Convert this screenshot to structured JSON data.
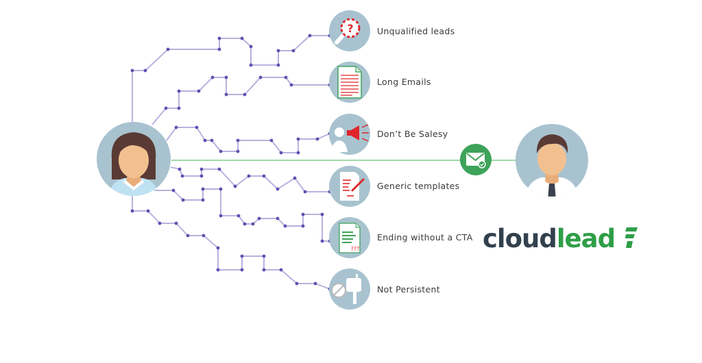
{
  "items": [
    {
      "label": "Unqualified leads",
      "icon": "magnifier-question-icon"
    },
    {
      "label": "Long Emails",
      "icon": "long-document-icon"
    },
    {
      "label": "Don’t Be Salesy",
      "icon": "megaphone-icon"
    },
    {
      "label": "Generic templates",
      "icon": "edit-document-icon"
    },
    {
      "label": "Ending without a CTA",
      "icon": "question-document-icon"
    },
    {
      "label": "Not Persistent",
      "icon": "mailbox-blocked-icon"
    }
  ],
  "brand": {
    "part1": "cloud",
    "part2": "lead"
  },
  "doc_marks": "???",
  "colors": {
    "circle": "#a8c3cf",
    "line": "#b7b2df",
    "node": "#5b52b0",
    "green": "#3ea35a",
    "green_line": "#9fd9a8",
    "red": "#e0252b"
  }
}
